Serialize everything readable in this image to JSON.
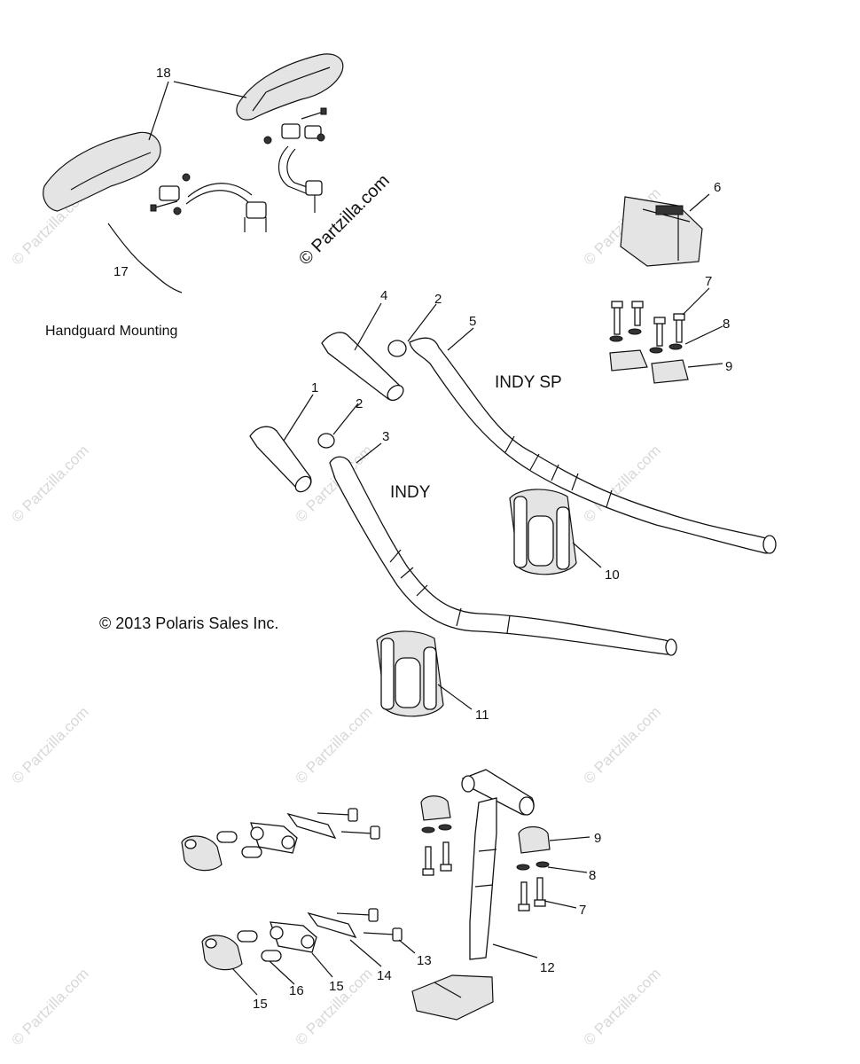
{
  "callouts": {
    "c1": "1",
    "c2a": "2",
    "c2b": "2",
    "c3": "3",
    "c4": "4",
    "c5": "5",
    "c6": "6",
    "c7a": "7",
    "c7b": "7",
    "c8a": "8",
    "c8b": "8",
    "c9a": "9",
    "c9b": "9",
    "c10": "10",
    "c11": "11",
    "c12": "12",
    "c13": "13",
    "c14": "14",
    "c15a": "15",
    "c15b": "15",
    "c16": "16",
    "c17": "17",
    "c18": "18"
  },
  "labels": {
    "handguard": "Handguard Mounting",
    "indy_sp": "INDY SP",
    "indy": "INDY",
    "copyright": "© 2013 Polaris Sales Inc."
  },
  "watermark": {
    "text": "© Partzilla.com",
    "main_text": "© Partzilla.com"
  }
}
